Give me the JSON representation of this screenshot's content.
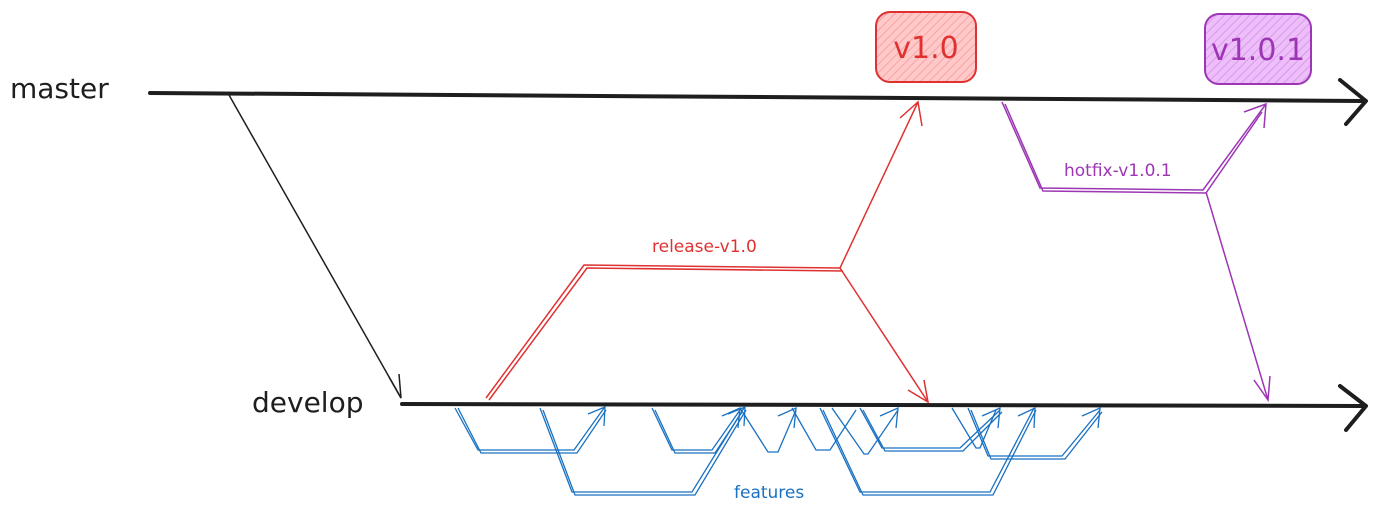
{
  "branches": {
    "master": "master",
    "develop": "develop"
  },
  "tags": {
    "v1": "v1.0",
    "v101": "v1.0.1"
  },
  "labels": {
    "release": "release-v1.0",
    "hotfix": "hotfix-v1.0.1",
    "features": "features"
  },
  "colors": {
    "main_line": "#1e1e1e",
    "release": "#e03131",
    "hotfix": "#9c36b5",
    "features": "#1971c2",
    "tag_v1_fill": "#ffc9c9",
    "tag_v101_fill": "#eebefa"
  }
}
